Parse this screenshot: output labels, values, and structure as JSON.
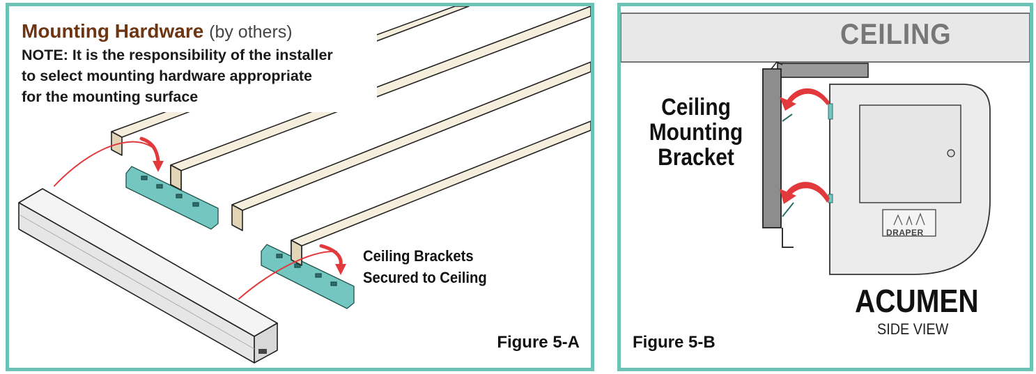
{
  "figure_a": {
    "hardware_title": "Mounting Hardware",
    "hardware_subtitle": "(by others)",
    "note_line1": "NOTE: It is the responsibility of the installer",
    "note_line2": "to select mounting hardware appropriate",
    "note_line3": "for the mounting surface",
    "callout_line1": "Ceiling Brackets",
    "callout_line2": "Secured to Ceiling",
    "figure_label": "Figure 5-A"
  },
  "figure_b": {
    "ceiling_label": "CEILING",
    "bracket_line1": "Ceiling",
    "bracket_line2": "Mounting",
    "bracket_line3": "Bracket",
    "product_name": "ACUMEN",
    "view_label": "SIDE VIEW",
    "logo_text": "DRAPER",
    "figure_label": "Figure 5-B"
  },
  "colors": {
    "panel_border": "#6cc2b4",
    "wood": "#f4ead6",
    "bracket": "#74c7c0",
    "arrow": "#e23a3c",
    "title_brown": "#6e3512",
    "ceiling_gray": "#e8e8e8",
    "housing_gray": "#ececec"
  }
}
